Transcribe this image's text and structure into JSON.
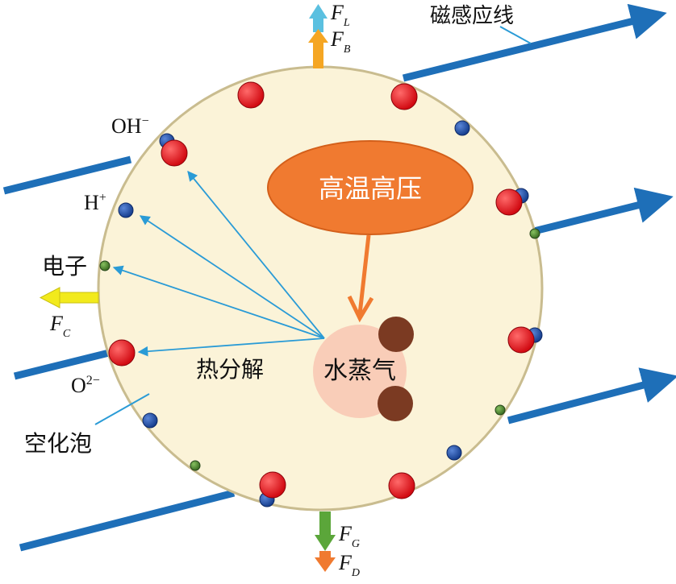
{
  "labels": {
    "field_lines": "磁感应线",
    "high_temp_pressure": "高温高压",
    "water_vapor": "水蒸气",
    "pyrolysis": "热分解",
    "cavitation_bubble": "空化泡",
    "oh_ion": "OH",
    "oh_charge": "−",
    "h_ion": "H",
    "h_charge": "+",
    "electron": "电子",
    "o_ion": "O",
    "o_charge": "2−"
  },
  "forces": {
    "lorentz": {
      "symbol": "F",
      "sub": "L",
      "color": "#5BC0E0"
    },
    "buoyancy": {
      "symbol": "F",
      "sub": "B",
      "color": "#F5A623"
    },
    "coulomb": {
      "symbol": "F",
      "sub": "C",
      "color": "#F2EA1C"
    },
    "gravity": {
      "symbol": "F",
      "sub": "G",
      "color": "#5BA63A"
    },
    "drag": {
      "symbol": "F",
      "sub": "D",
      "color": "#F07A30"
    }
  },
  "colors": {
    "bubble_fill": "#FBF3D8",
    "field_line": "#1E6FB8",
    "pointer_line": "#2A9BD6",
    "hot_zone": "#F07A30",
    "vapor": "#F9CDB8",
    "vapor_particle": "#7B3A22",
    "o2_ion": "#E3141C",
    "h_ion": "#1F4FA3",
    "electron": "#4E8A2E"
  }
}
